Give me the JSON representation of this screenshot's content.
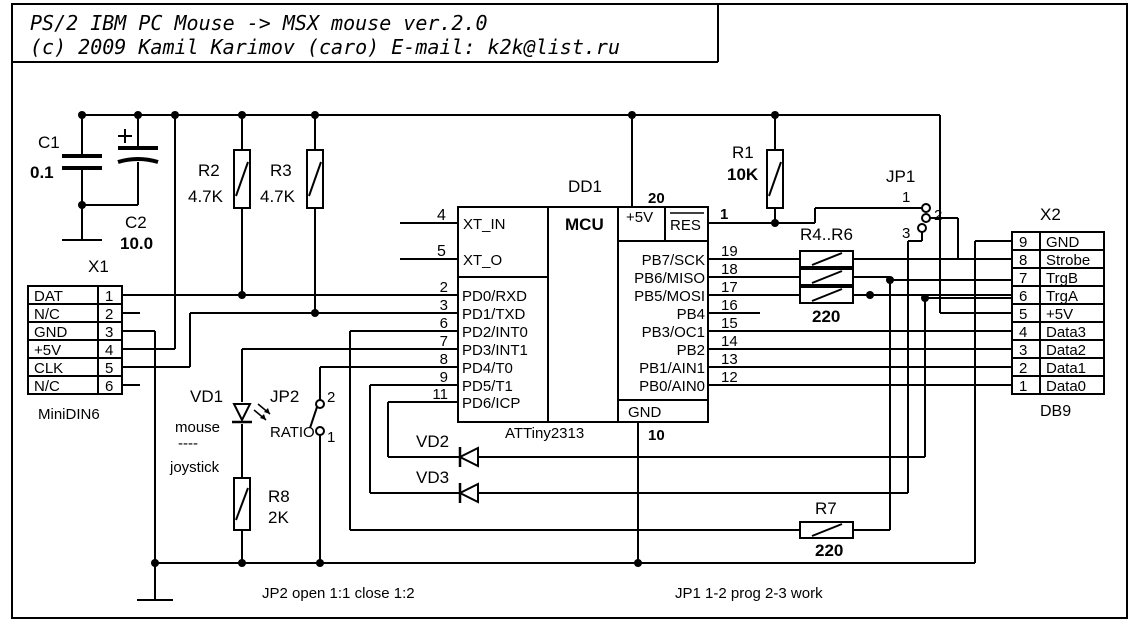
{
  "header": {
    "line1": "PS/2 IBM PC Mouse  -> MSX mouse  ver.2.0",
    "line2": "(c) 2009  Kamil Karimov  (caro) E-mail:  k2k@list.ru"
  },
  "capacitors": {
    "c1": {
      "ref": "C1",
      "value": "0.1"
    },
    "c2": {
      "ref": "C2",
      "value": "10.0"
    }
  },
  "resistors": {
    "r1": {
      "ref": "R1",
      "value": "10K"
    },
    "r2": {
      "ref": "R2",
      "value": "4.7K"
    },
    "r3": {
      "ref": "R3",
      "value": "4.7K"
    },
    "r4_6": {
      "ref": "R4..R6",
      "value": "220"
    },
    "r7": {
      "ref": "R7",
      "value": "220"
    },
    "r8": {
      "ref": "R8",
      "value": "2K"
    }
  },
  "x1": {
    "ref": "X1",
    "caption": "MiniDIN6",
    "pins": [
      {
        "name": "DAT",
        "num": "1"
      },
      {
        "name": "N/C",
        "num": "2"
      },
      {
        "name": "GND",
        "num": "3"
      },
      {
        "name": "+5V",
        "num": "4"
      },
      {
        "name": "CLK",
        "num": "5"
      },
      {
        "name": "N/C",
        "num": "6"
      }
    ]
  },
  "x2": {
    "ref": "X2",
    "caption": "DB9",
    "pins": [
      {
        "num": "9",
        "name": "GND"
      },
      {
        "num": "8",
        "name": "Strobe"
      },
      {
        "num": "7",
        "name": "TrgB"
      },
      {
        "num": "6",
        "name": "TrgA"
      },
      {
        "num": "5",
        "name": "+5V"
      },
      {
        "num": "4",
        "name": "Data3"
      },
      {
        "num": "3",
        "name": "Data2"
      },
      {
        "num": "2",
        "name": "Data1"
      },
      {
        "num": "1",
        "name": "Data0"
      }
    ]
  },
  "mcu": {
    "ref": "DD1",
    "title": "MCU",
    "part": "ATTiny2313",
    "vcc_label": "+5V",
    "vcc_pin": "20",
    "res_label": "RES",
    "res_pin": "1",
    "gnd_label": "GND",
    "gnd_pin": "10",
    "xt": [
      {
        "num": "4",
        "name": "XT_IN"
      },
      {
        "num": "5",
        "name": "XT_O"
      }
    ],
    "left_pins": [
      {
        "num": "2",
        "name": "PD0/RXD"
      },
      {
        "num": "3",
        "name": "PD1/TXD"
      },
      {
        "num": "6",
        "name": "PD2/INT0"
      },
      {
        "num": "7",
        "name": "PD3/INT1"
      },
      {
        "num": "8",
        "name": "PD4/T0"
      },
      {
        "num": "9",
        "name": "PD5/T1"
      },
      {
        "num": "11",
        "name": "PD6/ICP"
      }
    ],
    "right_pins": [
      {
        "num": "19",
        "name": "PB7/SCK"
      },
      {
        "num": "18",
        "name": "PB6/MISO"
      },
      {
        "num": "17",
        "name": "PB5/MOSI"
      },
      {
        "num": "16",
        "name": "PB4"
      },
      {
        "num": "15",
        "name": "PB3/OC1"
      },
      {
        "num": "14",
        "name": "PB2"
      },
      {
        "num": "13",
        "name": "PB1/AIN1"
      },
      {
        "num": "12",
        "name": "PB0/AIN0"
      }
    ]
  },
  "diodes": {
    "vd1": {
      "ref": "VD1"
    },
    "vd2": {
      "ref": "VD2"
    },
    "vd3": {
      "ref": "VD3"
    }
  },
  "jumpers": {
    "jp1": {
      "ref": "JP1",
      "pin1": "1",
      "pin2": "2",
      "pin3": "3"
    },
    "jp2": {
      "ref": "JP2",
      "label": "RATIO",
      "pin1": "1",
      "pin2": "2"
    }
  },
  "mode_labels": {
    "mouse": "mouse",
    "separator": "----",
    "joystick": "joystick"
  },
  "notes": {
    "jp2": "JP2  open 1:1  close 1:2",
    "jp1": "JP1  1-2 prog  2-3 work"
  }
}
